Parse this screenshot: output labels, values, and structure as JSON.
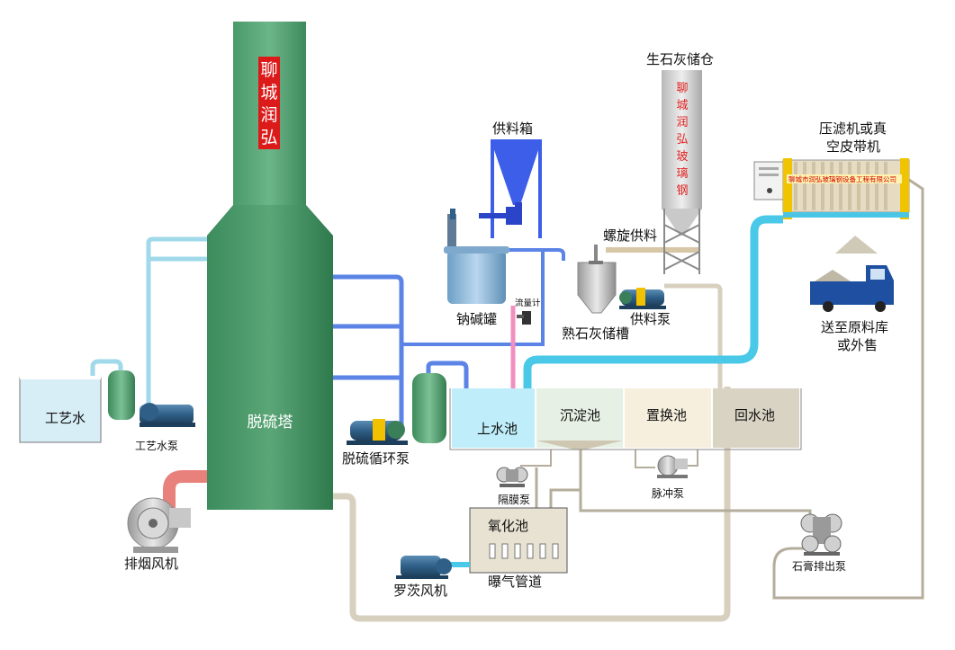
{
  "tower": {
    "brand_chars": [
      "聊",
      "城",
      "润",
      "弘"
    ],
    "label": "脱硫塔"
  },
  "silo": {
    "title": "生石灰储仓",
    "brand_chars": [
      "聊",
      "城",
      "润",
      "弘",
      "玻",
      "璃",
      "钢"
    ]
  },
  "labels": {
    "process_water": "工艺水",
    "process_water_pump": "工艺水泵",
    "exhaust_fan": "排烟风机",
    "circulation_pump": "脱硫循环泵",
    "feed_box": "供料箱",
    "soda_tank": "钠碱罐",
    "flowmeter": "流量计",
    "screw_feed": "螺旋供料",
    "slaked_lime_tank": "熟石灰储槽",
    "feed_pump": "供料泵",
    "filter_press_line1": "压滤机或真",
    "filter_press_line2": "空皮带机",
    "send_line1": "送至原料库",
    "send_line2": "或外售",
    "upper_pool": "上水池",
    "settling_pool": "沉淀池",
    "replacement_pool": "置换池",
    "return_pool": "回水池",
    "diaphragm_pump": "隔膜泵",
    "pulse_pump": "脉冲泵",
    "oxidation_pool": "氧化池",
    "aeration_pipe": "曝气管道",
    "roots_blower": "罗茨风机",
    "gypsum_pump": "石膏排出泵"
  },
  "filter_banner": "聊城市润弘玻璃钢设备工程有限公司"
}
